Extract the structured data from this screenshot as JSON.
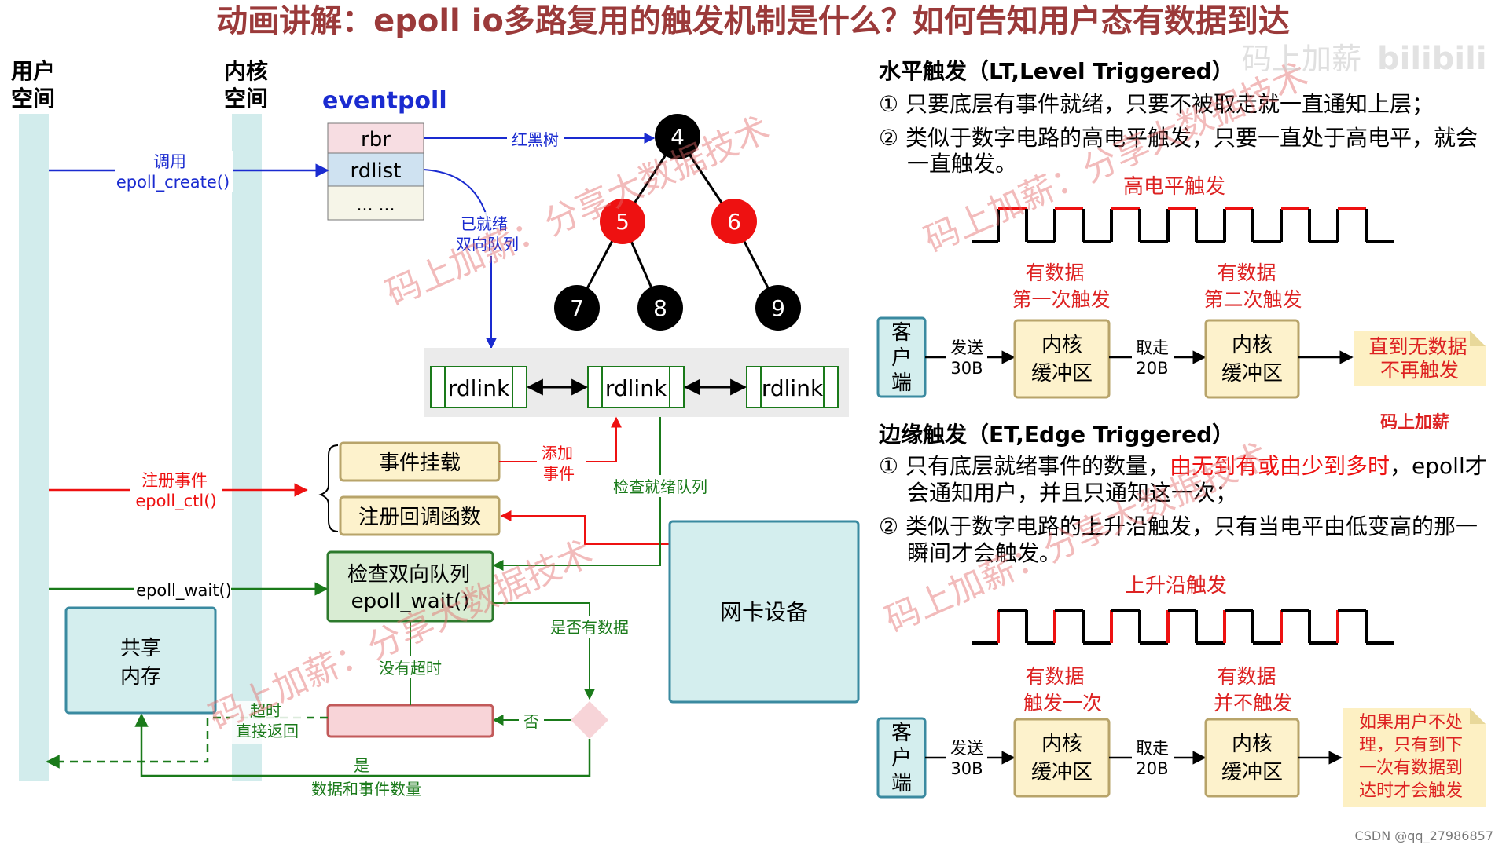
{
  "title": "动画讲解：epoll io多路复用的触发机制是什么？如何告知用户态有数据到达",
  "watermark": "码上加薪：分享大数据技术",
  "brand": "码上加薪",
  "bilibili": "bilibili",
  "credit": "CSDN @qq_27986857",
  "left": {
    "user_space": [
      "用户",
      "空间"
    ],
    "kernel_space": [
      "内核",
      "空间"
    ],
    "eventpoll": "eventpoll",
    "rbr": "rbr",
    "rdlist": "rdlist",
    "ellipsis": "... ...",
    "call": "调用",
    "epoll_create": "epoll_create()",
    "rb_tree": "红黑树",
    "ready": [
      "已就绪",
      "双向队列"
    ],
    "tree": [
      "4",
      "5",
      "6",
      "7",
      "8",
      "9"
    ],
    "rdlink": [
      "rdlink",
      "rdlink",
      "rdlink"
    ],
    "event_mount": "事件挂载",
    "register_callback": "注册回调函数",
    "register_event": "注册事件",
    "epoll_ctl": "epoll_ctl()",
    "add_event": [
      "添加",
      "事件"
    ],
    "check_ready_queue": "检查就绪队列",
    "nic": "网卡设备",
    "epoll_wait_call": "epoll_wait()",
    "check_queue": "检查双向队列",
    "epoll_wait_box": "epoll_wait()",
    "has_data": "是否有数据",
    "no": "否",
    "no_timeout": "没有超时",
    "timeout": [
      "超时",
      "直接返回"
    ],
    "yes": "是",
    "data_count": "数据和事件数量",
    "shared_mem": [
      "共享",
      "内存"
    ]
  },
  "right": {
    "client": [
      "客",
      "户",
      "端"
    ],
    "send": "发送",
    "b30": "30B",
    "take": "取走",
    "b20": "20B",
    "buffer": [
      "内核",
      "缓冲区"
    ],
    "stamp": "码上加薪",
    "lt": {
      "heading": "水平触发（LT,Level Triggered）",
      "p1": "① 只要底层有事件就绪，只要不被取走就一直通知上层；",
      "p2a": "② 类似于数字电路的高电平触发，只要一直处于高电平，就会",
      "p2b": "一直触发。",
      "wave_label": "高电平触发",
      "has_data": "有数据",
      "first_trigger": "第一次触发",
      "second_trigger": "第二次触发",
      "note": [
        "直到无数据",
        "不再触发"
      ]
    },
    "et": {
      "heading": "边缘触发（ET,Edge Triggered）",
      "p1a": "① 只有底层就绪事件的数量，",
      "p1_red": "由无到有或由少到多时",
      "p1c": "，epoll才",
      "p1d": "会通知用户，并且只通知这一次；",
      "p2a": "② 类似于数字电路的上升沿触发，只有当电平由低变高的那一",
      "p2b": "瞬间才会触发。",
      "wave_label": "上升沿触发",
      "has_data": "有数据",
      "trigger_once": "触发一次",
      "no_trigger": "并不触发",
      "note": [
        "如果用户不处",
        "理，只有到下",
        "一次有数据到",
        "达时才会触发"
      ]
    }
  }
}
